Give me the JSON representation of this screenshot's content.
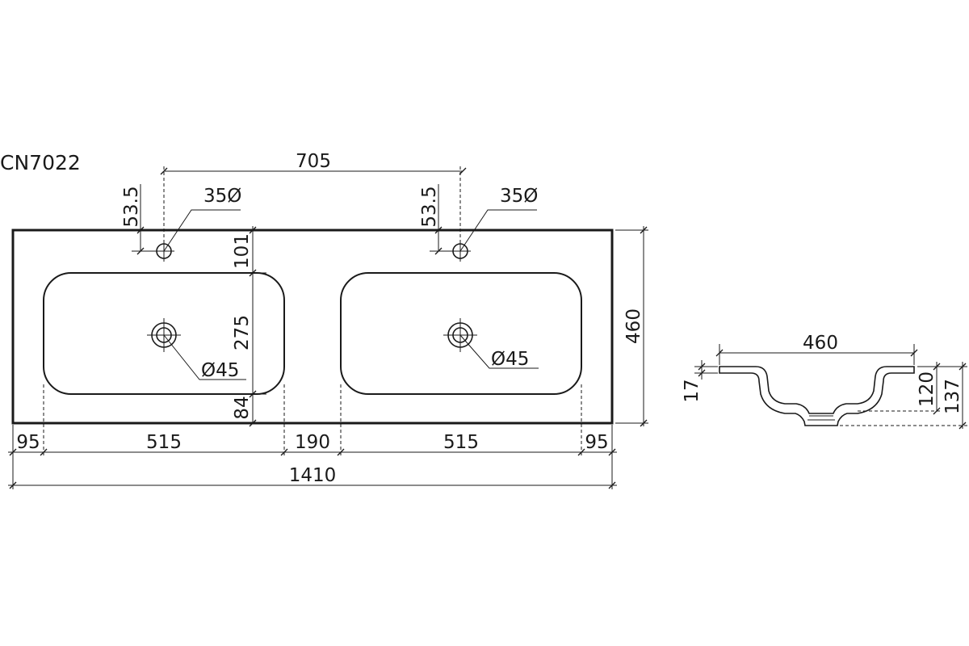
{
  "drawing": {
    "model": "CN7022",
    "units": "mm",
    "plan_view": {
      "overall_width": "1410",
      "depth": "460",
      "tap_hole_spacing": "705",
      "tap_hole_offset_left": "53.5",
      "tap_hole_offset_right": "53.5",
      "tap_hole_diameter_left": "35Ø",
      "tap_hole_diameter_right": "35Ø",
      "drain_diameter_left": "Ø45",
      "drain_diameter_right": "Ø45",
      "back_to_bowl": "101",
      "bowl_depth": "275",
      "bowl_to_front": "84",
      "edge_left": "95",
      "bowl_width_left": "515",
      "gap_between_bowls": "190",
      "bowl_width_right": "515",
      "edge_right": "95"
    },
    "section_view": {
      "width": "460",
      "rim_thickness": "17",
      "bowl_depth": "120",
      "total_height": "137"
    }
  }
}
